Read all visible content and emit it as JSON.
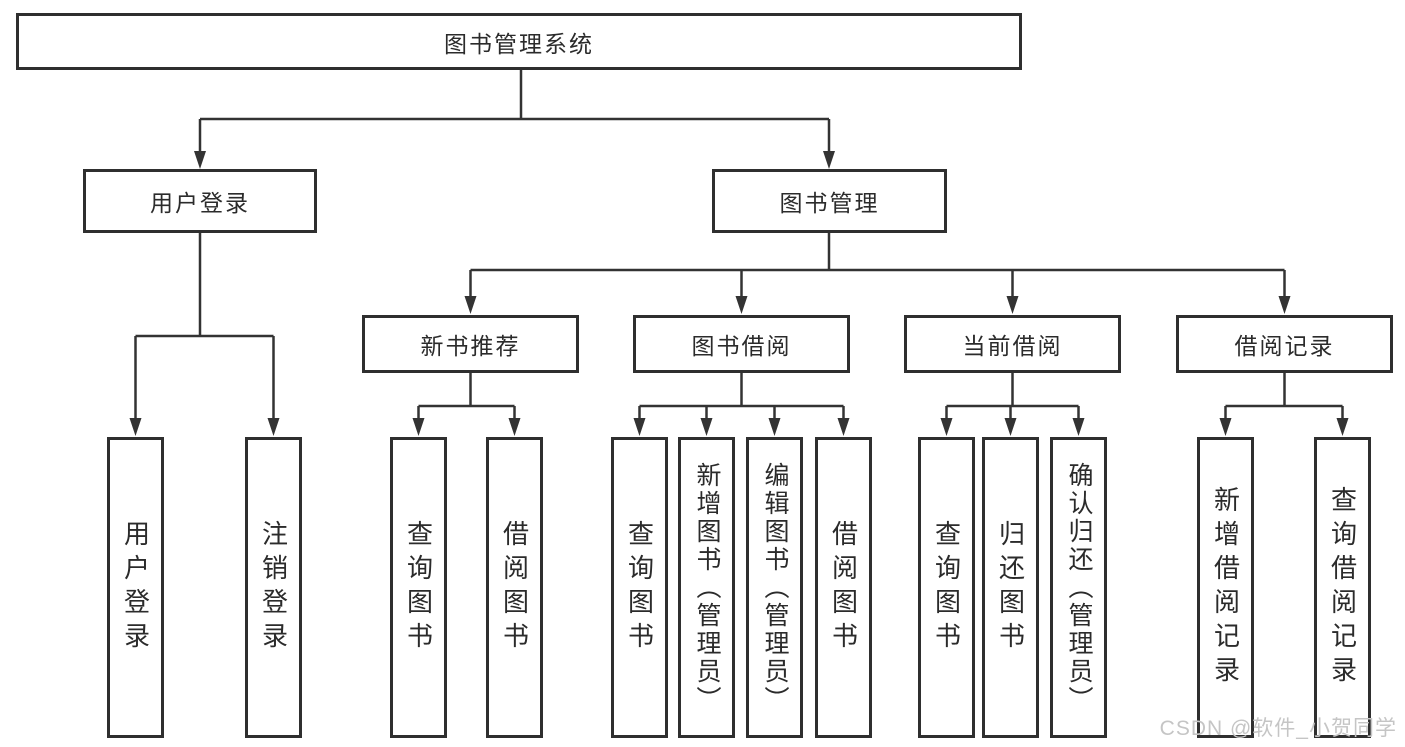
{
  "colors": {
    "line": "#333333",
    "box_border": "#2f2f2f",
    "text": "#2b2b2b",
    "watermark": "#c5c5c5",
    "background": "#ffffff"
  },
  "diagram": {
    "type": "hierarchy-tree",
    "root": {
      "label": "图书管理系统"
    },
    "branches": [
      {
        "label": "用户登录",
        "children": [
          {
            "label": "用户登录"
          },
          {
            "label": "注销登录"
          }
        ]
      },
      {
        "label": "图书管理",
        "children": [
          {
            "label": "新书推荐",
            "children": [
              {
                "label": "查询图书"
              },
              {
                "label": "借阅图书"
              }
            ]
          },
          {
            "label": "图书借阅",
            "children": [
              {
                "label": "查询图书"
              },
              {
                "label": "新增图书（管理员）"
              },
              {
                "label": "编辑图书（管理员）"
              },
              {
                "label": "借阅图书"
              }
            ]
          },
          {
            "label": "当前借阅",
            "children": [
              {
                "label": "查询图书"
              },
              {
                "label": "归还图书"
              },
              {
                "label": "确认归还（管理员）"
              }
            ]
          },
          {
            "label": "借阅记录",
            "children": [
              {
                "label": "新增借阅记录"
              },
              {
                "label": "查询借阅记录"
              }
            ]
          }
        ]
      }
    ]
  },
  "watermark": {
    "text": "CSDN @软件_小贺同学"
  }
}
